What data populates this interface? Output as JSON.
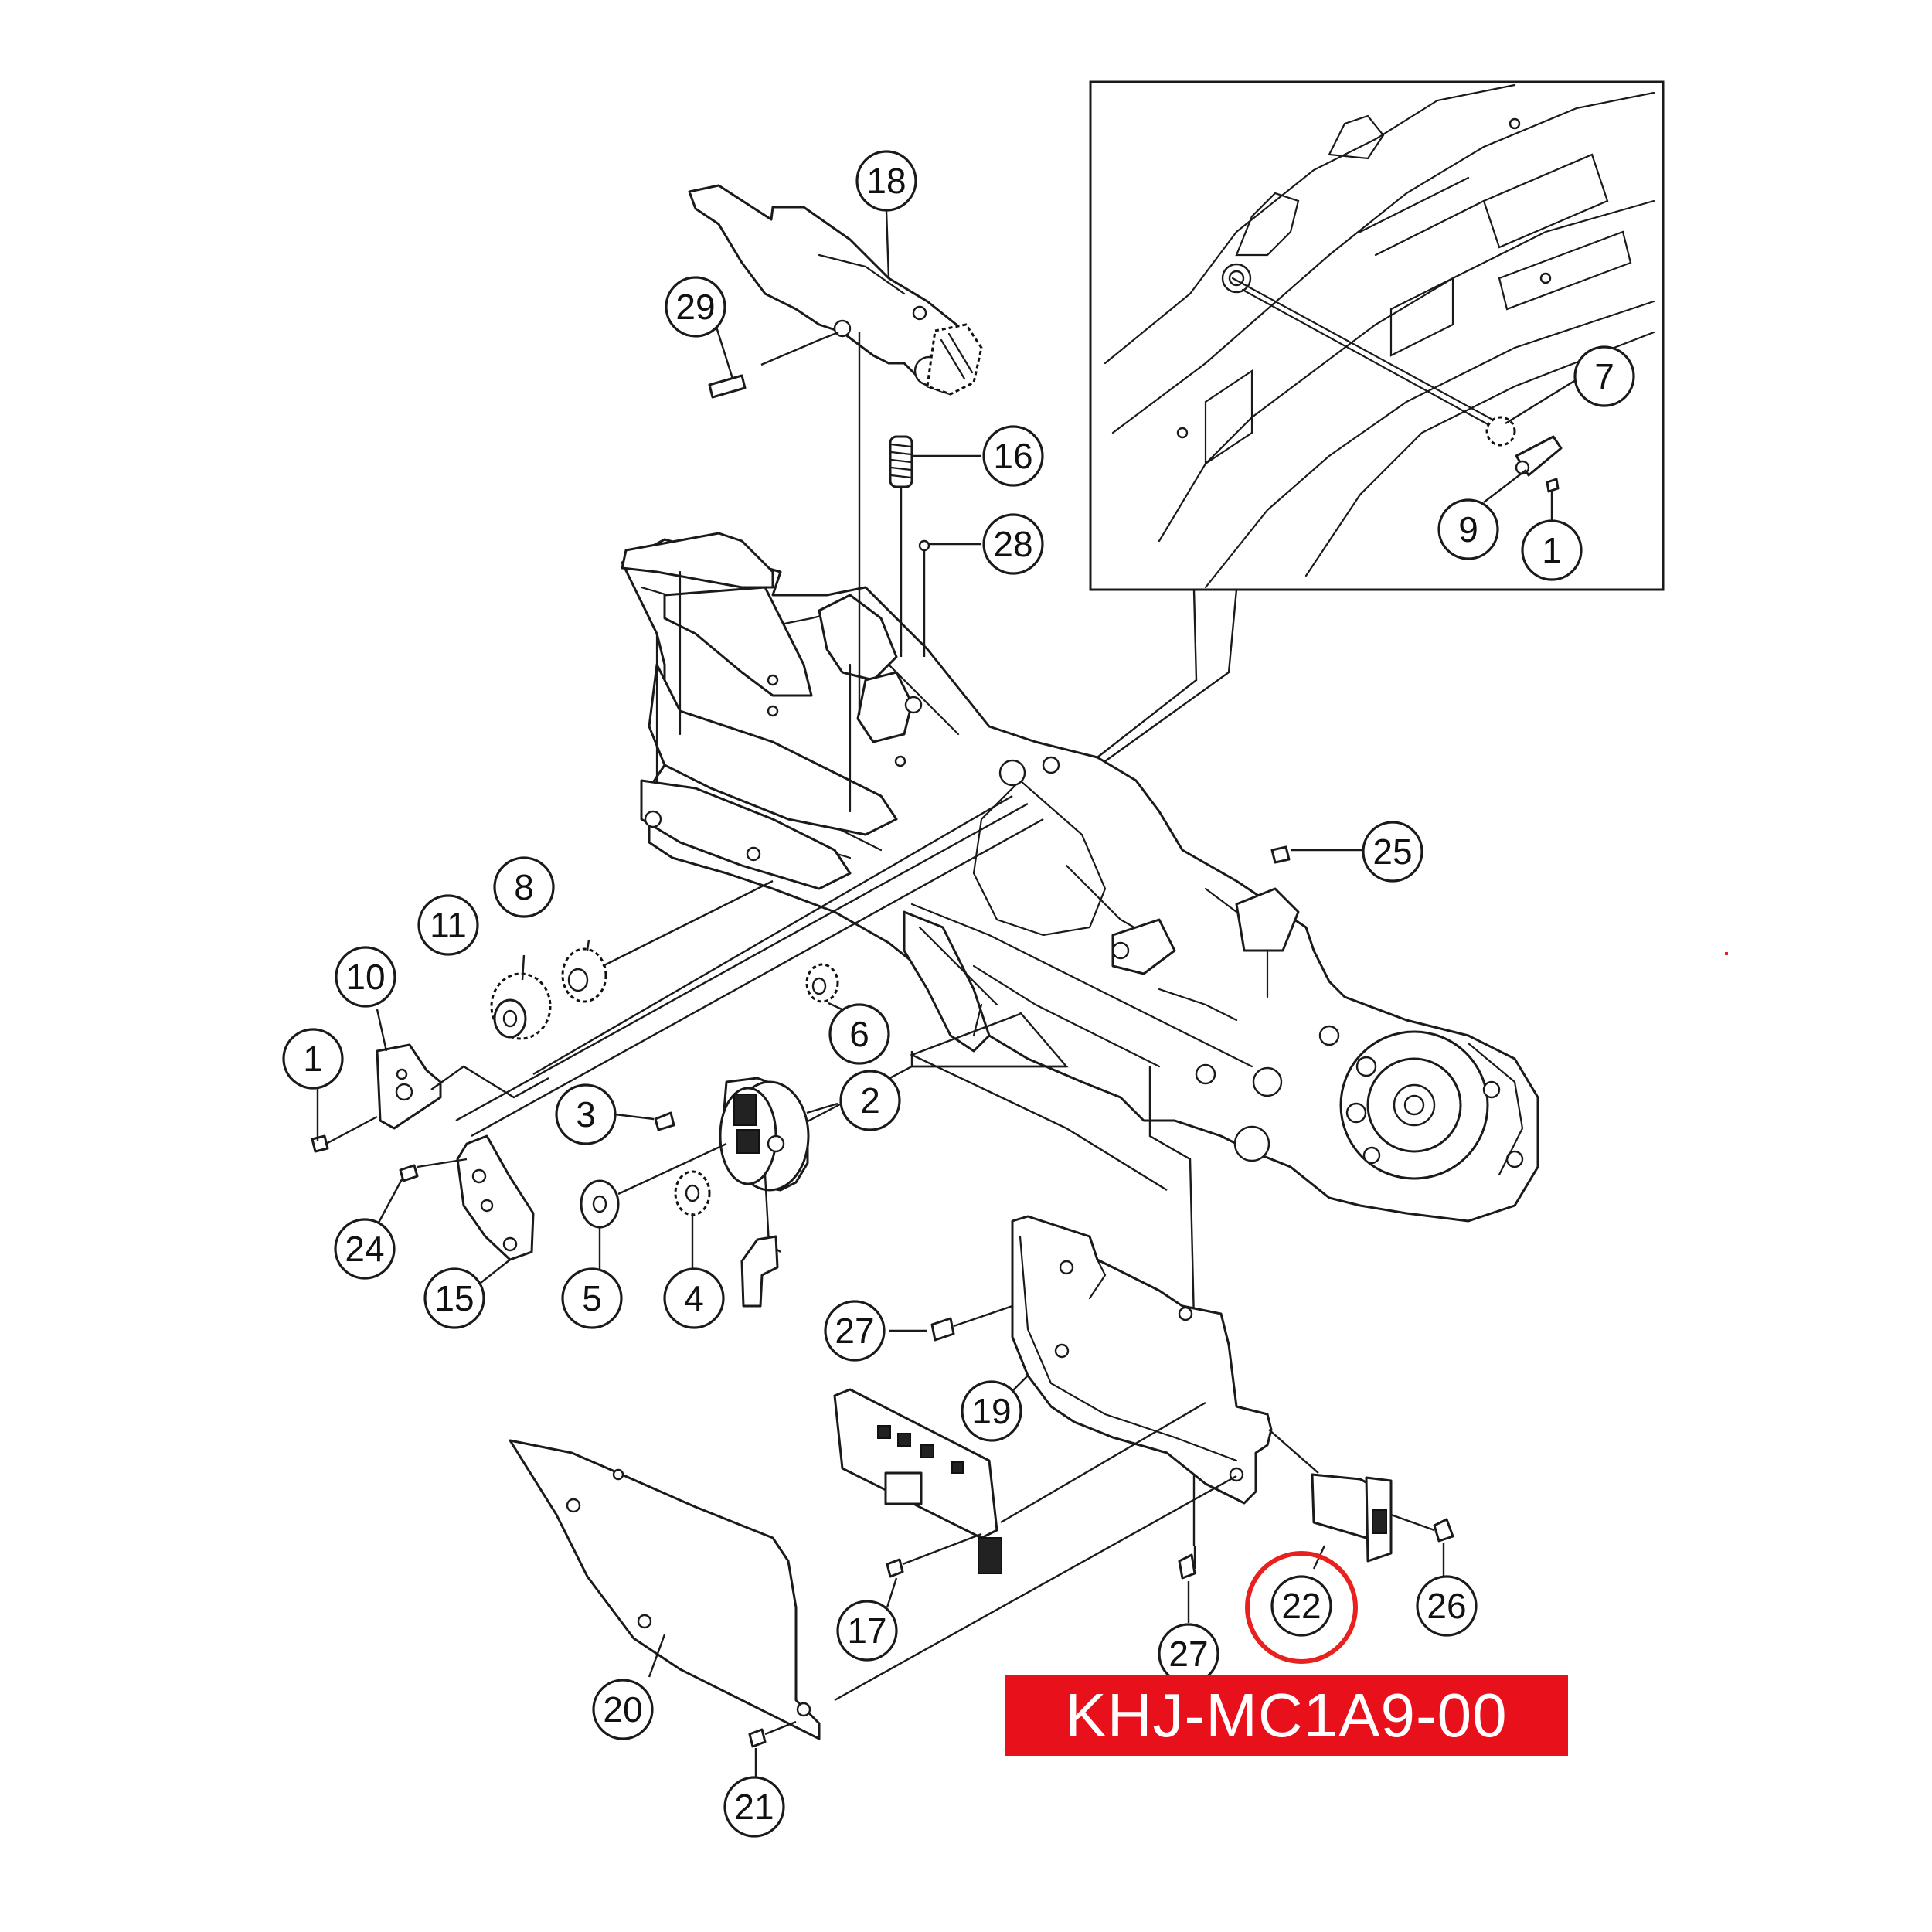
{
  "diagram": {
    "callouts": [
      "1",
      "1",
      "2",
      "3",
      "4",
      "5",
      "6",
      "7",
      "8",
      "9",
      "10",
      "11",
      "15",
      "16",
      "17",
      "18",
      "19",
      "20",
      "21",
      "22",
      "24",
      "25",
      "26",
      "27",
      "27",
      "28",
      "29"
    ],
    "highlighted_callout": "22",
    "highlight_color": "#e8211f",
    "banner": {
      "label": "KHJ-MC1A9-00",
      "background_color": "#e8101a",
      "text_color": "#ffffff"
    }
  }
}
